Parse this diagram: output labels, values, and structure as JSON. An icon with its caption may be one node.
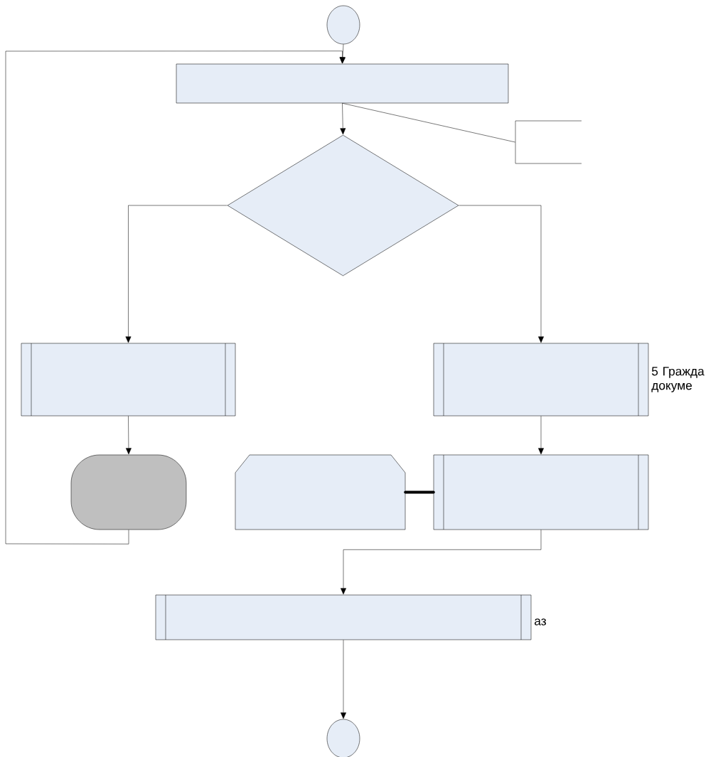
{
  "diagram": {
    "nodes": [
      {
        "text": [],
        "shape": "circle"
      },
      {
        "text": [],
        "shape": "box"
      },
      {
        "text": [],
        "shape": "bracket"
      },
      {
        "text": [],
        "shape": "diamond"
      },
      {
        "text": [],
        "shape": "box"
      },
      {
        "text": [],
        "shape": "box",
        "beside": [
          "5 Гражда докуме"
        ]
      },
      {
        "text": [],
        "shape": "display"
      },
      {
        "text": [],
        "shape": "card"
      },
      {
        "text": [],
        "shape": "box"
      },
      {
        "text": [],
        "shape": "box",
        "beside": [
          "аз"
        ]
      },
      {
        "text": [],
        "shape": "circle"
      }
    ],
    "edges": [
      {
        "from": 0,
        "to": 1,
        "arrow": "to"
      },
      {
        "from": 6,
        "to": 1,
        "arrow": "to"
      },
      {
        "from": 1,
        "to": 2,
        "arrow": "none"
      },
      {
        "from": 1,
        "to": 3,
        "arrow": "to"
      },
      {
        "from": 3,
        "to": 4,
        "arrow": "to"
      },
      {
        "from": 3,
        "to": 5,
        "arrow": "to"
      },
      {
        "from": 4,
        "to": 6,
        "arrow": "to"
      },
      {
        "from": 5,
        "to": 8,
        "arrow": "to"
      },
      {
        "from": 7,
        "to": 8,
        "arrow": "none",
        "style": "thick"
      },
      {
        "from": 8,
        "to": 9,
        "arrow": "to"
      },
      {
        "from": 9,
        "to": 10,
        "arrow": "to"
      }
    ]
  }
}
